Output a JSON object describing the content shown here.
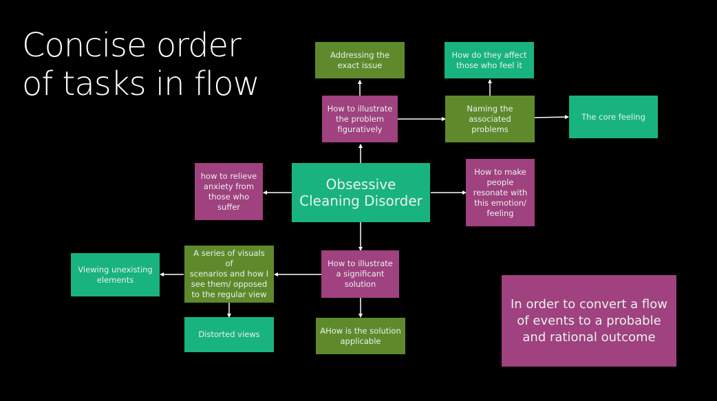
{
  "title": {
    "line1": "Concise order",
    "line2": "of tasks in flow"
  },
  "colors": {
    "green": "#19b37f",
    "olive": "#5f8a2c",
    "purple": "#a04180",
    "background": "#000000",
    "edge": "#ffffff"
  },
  "nodes": {
    "center": "Obsessive\nCleaning Disorder",
    "illustrate_problem": "How to illustrate\nthe problem\nfiguratively",
    "addressing_issue": "Addressing the\nexact issue",
    "naming_problems": "Naming the\nassociated\nproblems",
    "how_affect": "How do they affect\nthose who feel it",
    "core_feeling": "The core feeling",
    "relieve_anxiety": "how to relieve\nanxiety from\nthose who\nsuffer",
    "make_resonate": "How to make\npeople\nresonate with\nthis emotion/\nfeeling",
    "illustrate_solution": "How to illustrate\na significant\nsolution",
    "series_visuals": "A series of visuals of\nscenarios and how I\nsee them/ opposed\nto the regular view",
    "viewing_unexisting": "Viewing unexisting\nelements",
    "distorted_views": "Distorted views",
    "solution_applicable": "AHow is the solution\napplicable"
  },
  "note": "In order to convert a flow\nof events to a probable\nand rational outcome",
  "edges": [
    [
      "center",
      "illustrate_problem"
    ],
    [
      "illustrate_problem",
      "addressing_issue"
    ],
    [
      "illustrate_problem",
      "naming_problems"
    ],
    [
      "naming_problems",
      "how_affect"
    ],
    [
      "naming_problems",
      "core_feeling"
    ],
    [
      "center",
      "relieve_anxiety"
    ],
    [
      "center",
      "make_resonate"
    ],
    [
      "center",
      "illustrate_solution"
    ],
    [
      "illustrate_solution",
      "series_visuals"
    ],
    [
      "illustrate_solution",
      "solution_applicable"
    ],
    [
      "series_visuals",
      "viewing_unexisting"
    ],
    [
      "series_visuals",
      "distorted_views"
    ]
  ]
}
